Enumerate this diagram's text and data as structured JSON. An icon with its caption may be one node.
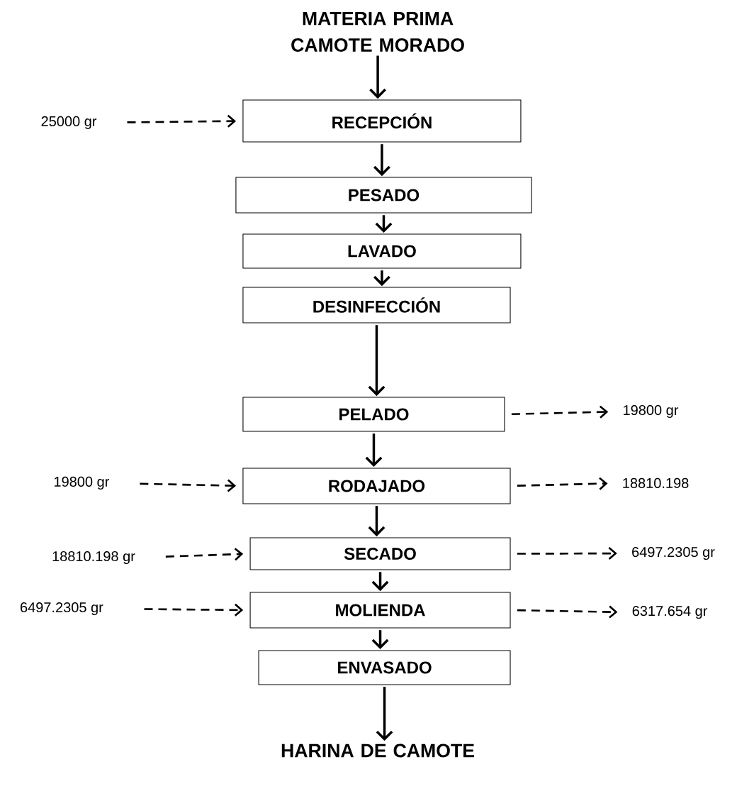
{
  "diagram": {
    "nodes": [
      {
        "text": [
          "MATERIA PRIMA CAMOTE MORADO"
        ]
      },
      {
        "text": [
          "RECEPCIÓN"
        ]
      },
      {
        "text": [
          "PESADO"
        ]
      },
      {
        "text": [
          "LAVADO"
        ]
      },
      {
        "text": [
          "DESINFECCIÓN"
        ]
      },
      {
        "text": [
          "PELADO"
        ]
      },
      {
        "text": [
          "RODAJADO"
        ]
      },
      {
        "text": [
          "SECADO"
        ]
      },
      {
        "text": [
          "MOLIENDA"
        ]
      },
      {
        "text": [
          "ENVASADO"
        ]
      },
      {
        "text": [
          "HARINA DE CAMOTE"
        ]
      },
      {
        "text": [
          "25000 gr"
        ]
      },
      {
        "text": [
          "19800 gr"
        ]
      },
      {
        "text": [
          "19800 gr"
        ]
      },
      {
        "text": [
          "18810.198"
        ]
      },
      {
        "text": [
          "18810.198 gr"
        ]
      },
      {
        "text": [
          "6497.2305 gr"
        ]
      },
      {
        "text": [
          "6497.2305 gr"
        ]
      },
      {
        "text": [
          "6317.654 gr"
        ]
      }
    ],
    "edges": [
      {
        "from": 0,
        "to": 1,
        "arrow": "to"
      },
      {
        "from": 1,
        "to": 2,
        "arrow": "to"
      },
      {
        "from": 2,
        "to": 3,
        "arrow": "to"
      },
      {
        "from": 3,
        "to": 4,
        "arrow": "to"
      },
      {
        "from": 4,
        "to": 5,
        "arrow": "to"
      },
      {
        "from": 5,
        "to": 6,
        "arrow": "to"
      },
      {
        "from": 6,
        "to": 7,
        "arrow": "to"
      },
      {
        "from": 7,
        "to": 8,
        "arrow": "to"
      },
      {
        "from": 8,
        "to": 9,
        "arrow": "to"
      },
      {
        "from": 9,
        "to": 10,
        "arrow": "to"
      },
      {
        "from": 11,
        "to": 1,
        "arrow": "to",
        "style": "dashed"
      },
      {
        "from": 5,
        "to": 12,
        "arrow": "to",
        "style": "dashed"
      },
      {
        "from": 13,
        "to": 6,
        "arrow": "to",
        "style": "dashed"
      },
      {
        "from": 6,
        "to": 14,
        "arrow": "to",
        "style": "dashed"
      },
      {
        "from": 15,
        "to": 7,
        "arrow": "to",
        "style": "dashed"
      },
      {
        "from": 7,
        "to": 16,
        "arrow": "to",
        "style": "dashed"
      },
      {
        "from": 17,
        "to": 8,
        "arrow": "to",
        "style": "dashed"
      },
      {
        "from": 8,
        "to": 18,
        "arrow": "to",
        "style": "dashed"
      }
    ]
  }
}
